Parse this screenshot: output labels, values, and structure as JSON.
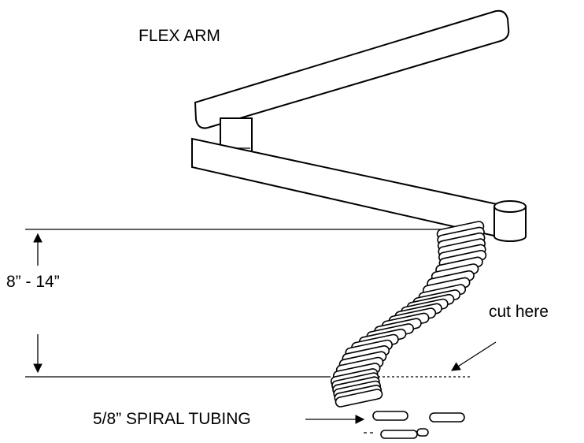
{
  "title": "FLEX ARM",
  "dimension_label": "8” - 14”",
  "cut_label": "cut here",
  "tubing_label": "5/8” SPIRAL TUBING"
}
